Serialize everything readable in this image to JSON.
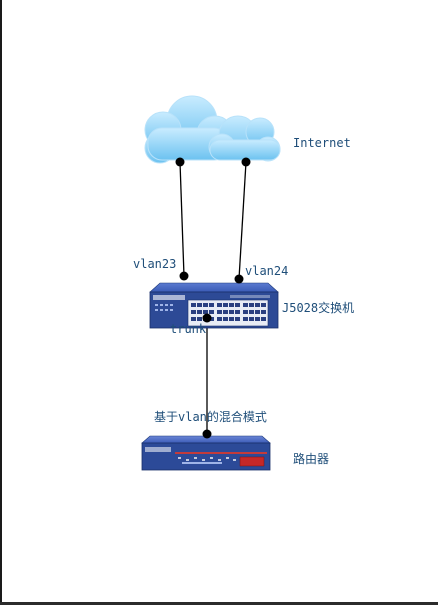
{
  "internet": {
    "label": "Internet",
    "icon": "cloud-icon"
  },
  "links": {
    "uplink_left": "vlan23",
    "uplink_right": "vlan24",
    "switch_to_router": "trunk",
    "router_mode": "基于vlan的混合模式"
  },
  "switch": {
    "label": "J5028交换机",
    "icon": "network-switch-icon"
  },
  "router": {
    "label": "路由器",
    "icon": "router-icon"
  },
  "colors": {
    "text": "#1f4e79",
    "cloud": "#8fd0f5",
    "switch_body": "#2d4a96",
    "router_body": "#2c4a98",
    "line": "#000000"
  }
}
